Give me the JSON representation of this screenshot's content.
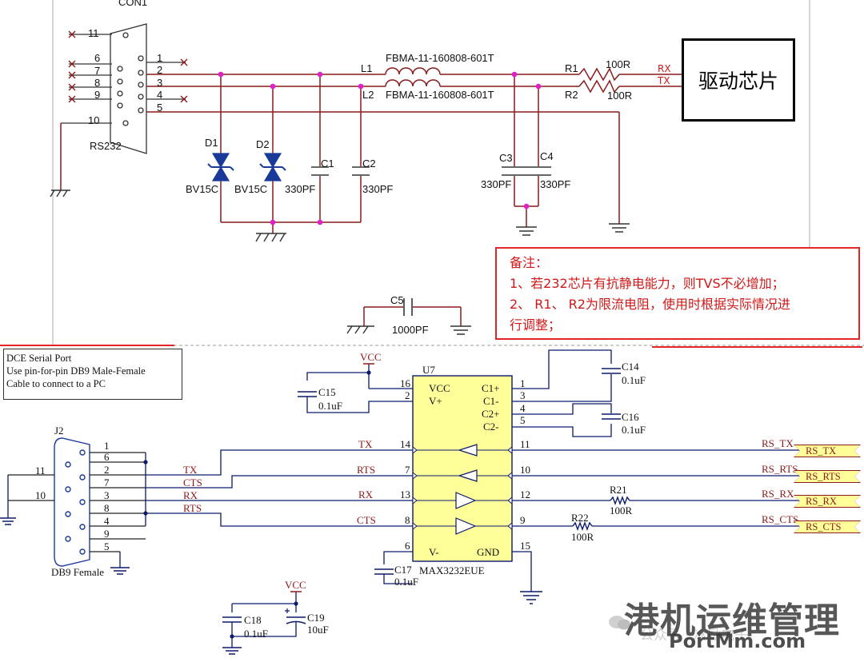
{
  "top": {
    "connector": {
      "ref": "CON1",
      "name": "RS232",
      "pins": [
        "11",
        "6",
        "7",
        "8",
        "9",
        "10",
        "1",
        "2",
        "3",
        "4",
        "5"
      ]
    },
    "inductors": [
      {
        "ref": "L1",
        "part": "FBMA-11-160808-601T"
      },
      {
        "ref": "L2",
        "part": "FBMA-11-160808-601T"
      }
    ],
    "resistors": [
      {
        "ref": "R1",
        "value": "100R"
      },
      {
        "ref": "R2",
        "value": "100R"
      }
    ],
    "nets": {
      "rx": "RX",
      "tx": "TX"
    },
    "chip_label": "驱动芯片",
    "diodes": [
      {
        "ref": "D1",
        "value": "BV15C"
      },
      {
        "ref": "D2",
        "value": "BV15C"
      }
    ],
    "caps": [
      {
        "ref": "C1",
        "value": "330PF"
      },
      {
        "ref": "C2",
        "value": "330PF"
      },
      {
        "ref": "C3",
        "value": "330PF"
      },
      {
        "ref": "C4",
        "value": "330PF"
      },
      {
        "ref": "C5",
        "value": "1000PF"
      }
    ],
    "note": {
      "title": "备注：",
      "line1": "1、若232芯片有抗静电能力，则TVS不必增加；",
      "line2": "2、 R1、 R2为限流电阻，使用时根据实际情况进",
      "line3": "行调整；"
    }
  },
  "bottom": {
    "box": {
      "line1": "DCE Serial Port",
      "line2": "Use pin-for-pin DB9 Male-Female",
      "line3": "Cable to connect to a PC"
    },
    "j2": {
      "ref": "J2",
      "name": "DB9 Female",
      "pins": [
        "1",
        "6",
        "2",
        "7",
        "3",
        "8",
        "4",
        "9",
        "5",
        "11",
        "10"
      ]
    },
    "nets": {
      "tx": "TX",
      "cts": "CTS",
      "rx": "RX",
      "rts": "RTS",
      "vcc": "VCC"
    },
    "u7": {
      "ref": "U7",
      "part": "MAX3232EUE",
      "pin_vcc": "VCC",
      "pin_vplus": "V+",
      "pin_vminus": "V-",
      "pin_gnd": "GND",
      "pin_c1p": "C1+",
      "pin_c1m": "C1-",
      "pin_c2p": "C2+",
      "pin_c2m": "C2-",
      "left_pins": [
        "16",
        "2",
        "14",
        "7",
        "13",
        "8",
        "6"
      ],
      "right_pins": [
        "1",
        "3",
        "4",
        "5",
        "11",
        "10",
        "12",
        "9",
        "15"
      ]
    },
    "caps": [
      {
        "ref": "C14",
        "value": "0.1uF"
      },
      {
        "ref": "C15",
        "value": "0.1uF"
      },
      {
        "ref": "C16",
        "value": "0.1uF"
      },
      {
        "ref": "C17",
        "value": "0.1uF"
      },
      {
        "ref": "C18",
        "value": "0.1uF"
      },
      {
        "ref": "C19",
        "value": "10uF"
      }
    ],
    "resistors": [
      {
        "ref": "R21",
        "value": "100R"
      },
      {
        "ref": "R22",
        "value": "100R"
      }
    ],
    "ports": [
      {
        "net": "RS_TX",
        "port": "RS_TX"
      },
      {
        "net": "RS_RTS",
        "port": "RS_RTS"
      },
      {
        "net": "RS_RX",
        "port": "RS_RX"
      },
      {
        "net": "RS_CTS",
        "port": "RS_CTS"
      }
    ]
  },
  "watermark": {
    "main": "港机运维管理",
    "sub": "PortMm.com",
    "faint": "公众号 · 冰励电子"
  },
  "colors": {
    "wire_top": "#8b1a1a",
    "junction": "#e020c8",
    "diode": "#1a3a9a",
    "part": "#333333",
    "note_red": "#e02626",
    "ic_fill": "#ffff99",
    "port_fill": "#ffff99"
  }
}
